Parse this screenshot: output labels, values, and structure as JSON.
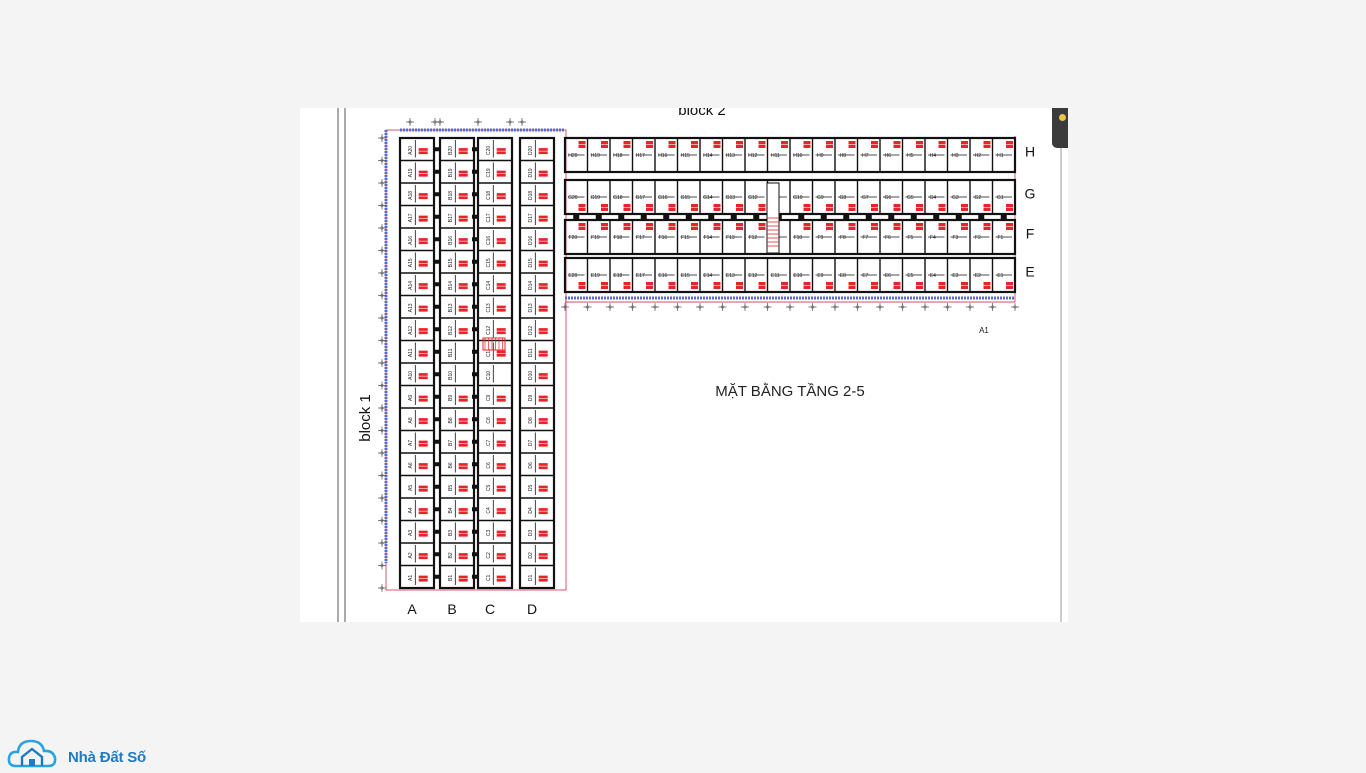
{
  "drawing": {
    "title": "MẶT BẰNG TẦNG 2-5",
    "block1_label": "block 1",
    "block2_label": "block 2",
    "sheet_ref": "A1",
    "block1_columns": [
      "A",
      "B",
      "C",
      "D"
    ],
    "block2_rows": [
      "H",
      "G",
      "F",
      "E"
    ],
    "block1_unit_count": 20,
    "block2_unit_count": 20
  },
  "colors": {
    "wall": "#111111",
    "fixture": "#e8242b",
    "grid": "#c8102e",
    "dimension": "#5a6cc8"
  },
  "logo": {
    "name_part1": "Nhà Đất",
    "name_part2": " Số",
    "icon": "cloud-house-icon"
  }
}
